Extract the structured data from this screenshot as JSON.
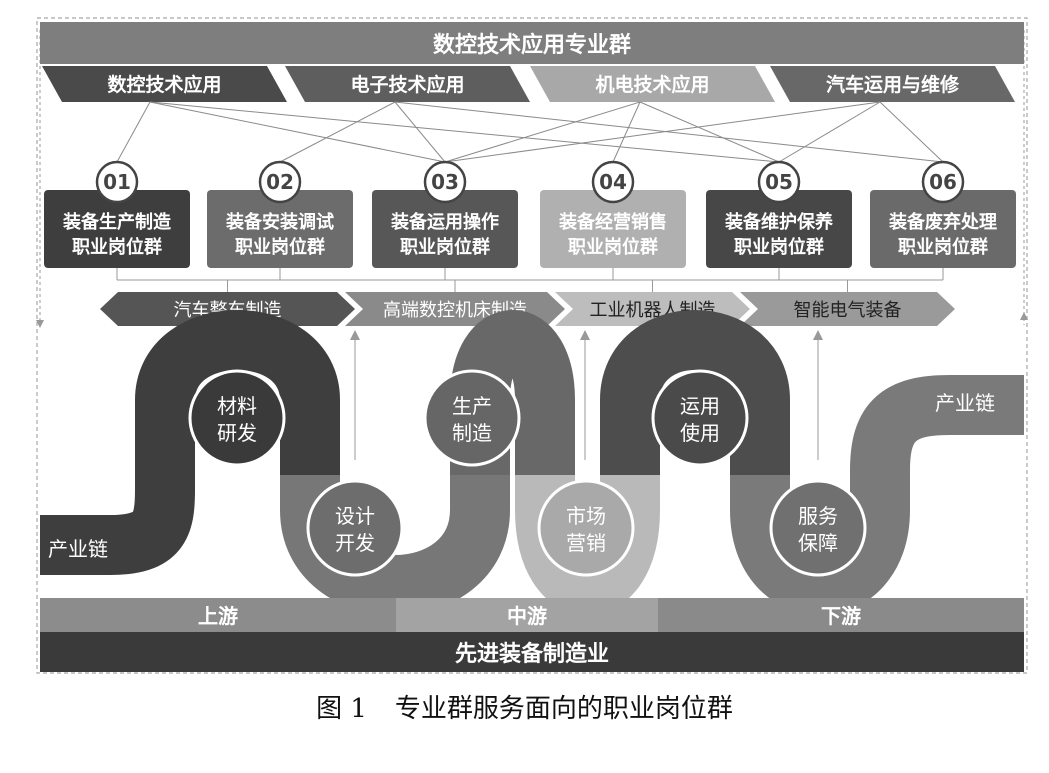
{
  "header": {
    "title": "数控技术应用专业群"
  },
  "majors": [
    {
      "label": "数控技术应用",
      "color": "#4a4a4a"
    },
    {
      "label": "电子技术应用",
      "color": "#5e5e5e"
    },
    {
      "label": "机电技术应用",
      "color": "#a8a8a8"
    },
    {
      "label": "汽车运用与维修",
      "color": "#686868"
    }
  ],
  "positions": [
    {
      "num": "01",
      "line1": "装备生产制造",
      "line2": "职业岗位群",
      "color": "#3e3e3e"
    },
    {
      "num": "02",
      "line1": "装备安装调试",
      "line2": "职业岗位群",
      "color": "#6c6c6c"
    },
    {
      "num": "03",
      "line1": "装备运用操作",
      "line2": "职业岗位群",
      "color": "#575757"
    },
    {
      "num": "04",
      "line1": "装备经营销售",
      "line2": "职业岗位群",
      "color": "#b0b0b0"
    },
    {
      "num": "05",
      "line1": "装备维护保养",
      "line2": "职业岗位群",
      "color": "#474747"
    },
    {
      "num": "06",
      "line1": "装备废弃处理",
      "line2": "职业岗位群",
      "color": "#6a6a6a"
    }
  ],
  "industries": [
    {
      "label": "汽车整车制造",
      "color": "#555555"
    },
    {
      "label": "高端数控机床制造",
      "color": "#8a8a8a"
    },
    {
      "label": "工业机器人制造",
      "color": "#bdbdbd"
    },
    {
      "label": "智能电气装备",
      "color": "#9a9a9a"
    }
  ],
  "chain": {
    "label_left": "产业链",
    "label_right": "产业链",
    "stages": [
      {
        "line1": "材料",
        "line2": "研发"
      },
      {
        "line1": "设计",
        "line2": "开发"
      },
      {
        "line1": "生产",
        "line2": "制造"
      },
      {
        "line1": "市场",
        "line2": "营销"
      },
      {
        "line1": "运用",
        "line2": "使用"
      },
      {
        "line1": "服务",
        "line2": "保障"
      }
    ]
  },
  "streams": [
    "上游",
    "中游",
    "下游"
  ],
  "footer": {
    "title": "先进装备制造业"
  },
  "caption": {
    "fig": "图 1",
    "text": "专业群服务面向的职业岗位群"
  },
  "colors": {
    "dark": "#3c3c3c",
    "mid": "#7a7a7a",
    "light": "#b7b7b7",
    "frame": "#9a9a9a"
  }
}
